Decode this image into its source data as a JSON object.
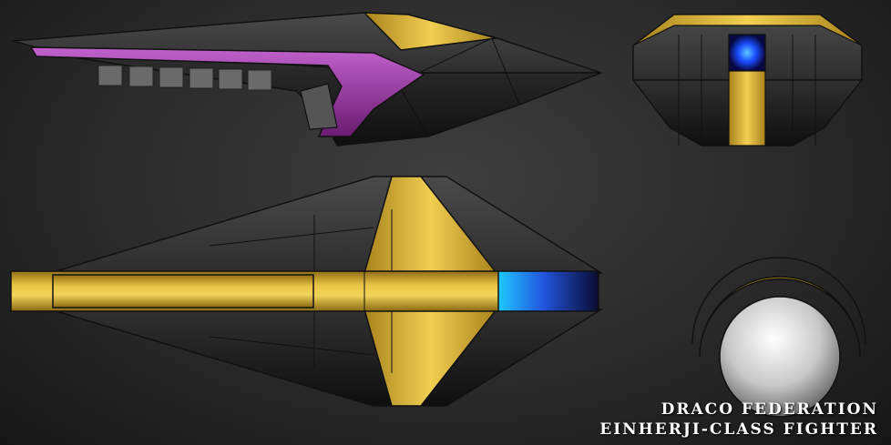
{
  "caption": {
    "line1": "DRACO FEDERATION",
    "line2": "EINHERJI-CLASS FIGHTER"
  },
  "colors": {
    "hull_dark": "#3a3a3a",
    "hull_shadow": "#1c1c1c",
    "gold": "#d8b233",
    "gold_dark": "#a88419",
    "purple": "#8a2b8e",
    "purple_light": "#b24fbf",
    "engine_blue": "#1a6bff",
    "engine_navy": "#101040",
    "cockpit_grey": "#e6e6e6"
  },
  "views": [
    "side-view",
    "front-view",
    "top-view",
    "rear-view"
  ]
}
